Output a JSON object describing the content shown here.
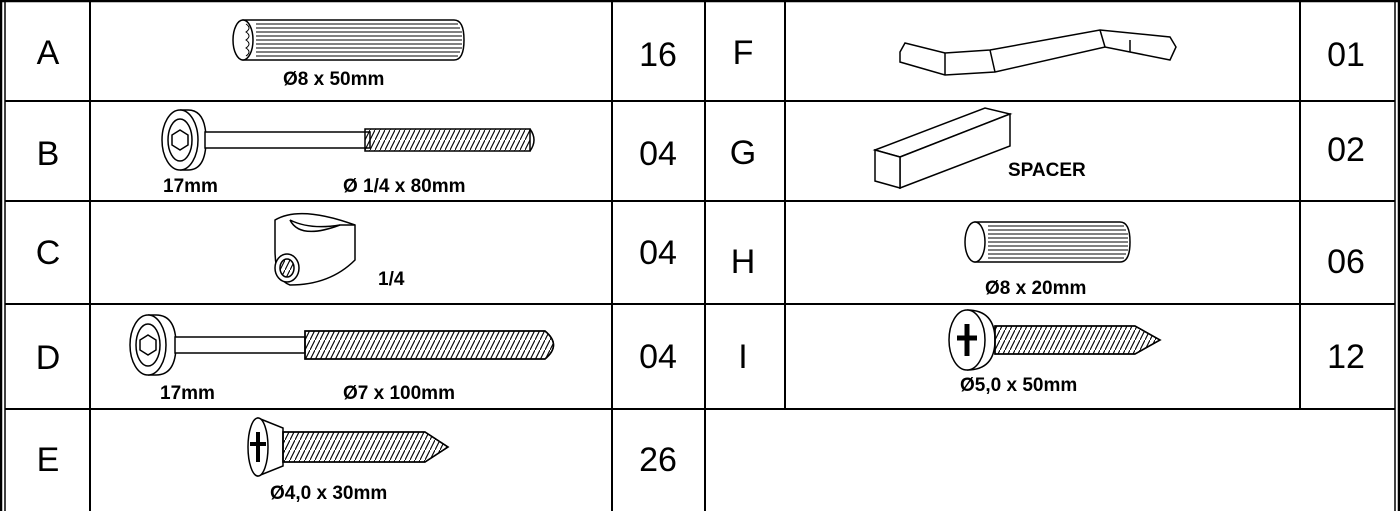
{
  "parts": [
    {
      "letter": "A",
      "label": "Ø8 x 50mm",
      "qty": "16",
      "icon": "wooden-dowel-icon"
    },
    {
      "letter": "B",
      "label_left": "17mm",
      "label_right": "Ø 1/4 x 80mm",
      "qty": "04",
      "icon": "connector-bolt-icon"
    },
    {
      "letter": "C",
      "label": "1/4",
      "qty": "04",
      "icon": "barrel-nut-icon"
    },
    {
      "letter": "D",
      "label_left": "17mm",
      "label_right": "Ø7 x 100mm",
      "qty": "04",
      "icon": "allen-screw-icon"
    },
    {
      "letter": "E",
      "label": "Ø4,0 x 30mm",
      "qty": "26",
      "icon": "countersunk-screw-icon"
    },
    {
      "letter": "F",
      "qty": "01",
      "icon": "allen-key-icon"
    },
    {
      "letter": "G",
      "label": "SPACER",
      "qty": "02",
      "icon": "spacer-block-icon"
    },
    {
      "letter": "H",
      "label": "Ø8 x 20mm",
      "qty": "06",
      "icon": "short-dowel-icon"
    },
    {
      "letter": "I",
      "label": "Ø5,0 x 50mm",
      "qty": "12",
      "icon": "pan-head-screw-icon"
    }
  ]
}
